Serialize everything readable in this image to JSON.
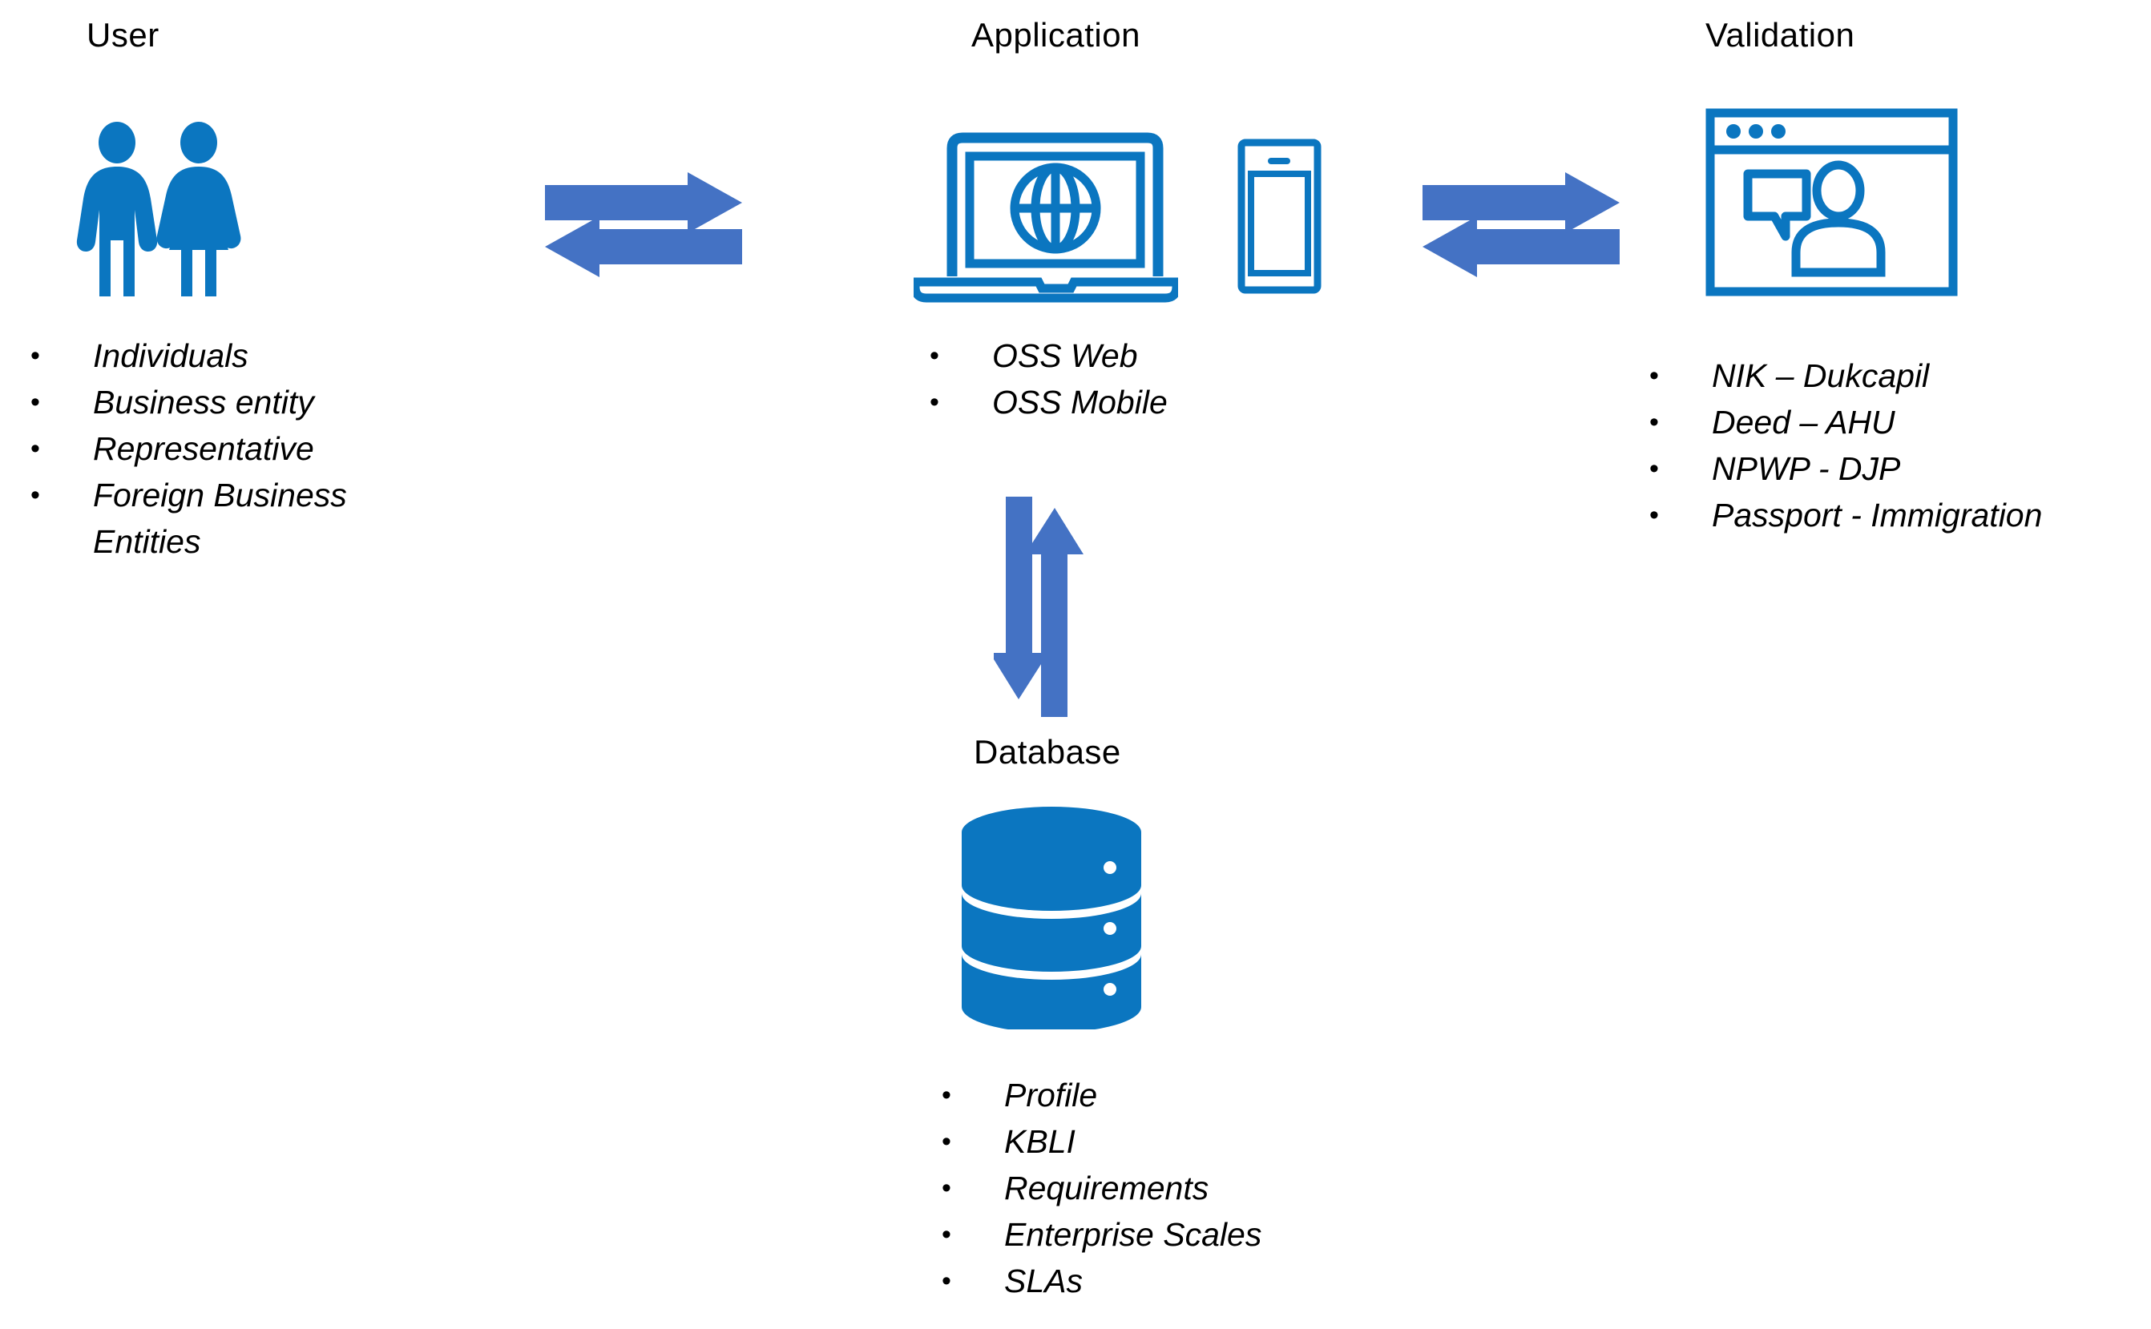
{
  "colors": {
    "icon_blue": "#0B76C0",
    "arrow_blue": "#4472C4",
    "text_black": "#000000",
    "background": "#FFFFFF"
  },
  "sections": {
    "user": {
      "heading": "User",
      "icon": "two-people-icon",
      "items": [
        "Individuals",
        "Business entity",
        "Representative",
        "Foreign Business Entities"
      ]
    },
    "application": {
      "heading": "Application",
      "icons": [
        "laptop-globe-icon",
        "mobile-phone-icon"
      ],
      "items": [
        "OSS Web",
        "OSS Mobile"
      ]
    },
    "validation": {
      "heading": "Validation",
      "icon": "browser-chat-person-icon",
      "items": [
        "NIK – Dukcapil",
        "Deed – AHU",
        "NPWP -  DJP",
        "Passport -  Immigration"
      ]
    },
    "database": {
      "heading": "Database",
      "icon": "database-cylinder-icon",
      "items": [
        "Profile",
        "KBLI",
        "Requirements",
        "Enterprise Scales",
        "SLAs"
      ]
    }
  },
  "connectors": [
    {
      "name": "user-application-exchange",
      "direction": "bidirectional-horizontal"
    },
    {
      "name": "application-validation-exchange",
      "direction": "bidirectional-horizontal"
    },
    {
      "name": "application-database-exchange",
      "direction": "bidirectional-vertical"
    }
  ]
}
